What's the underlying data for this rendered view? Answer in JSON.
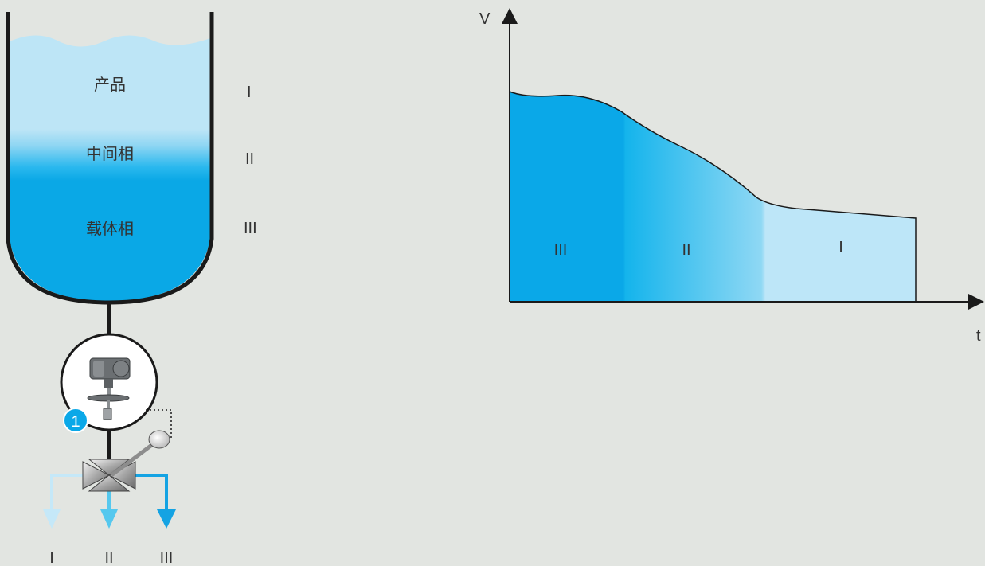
{
  "tank": {
    "phases": [
      {
        "name": "产品",
        "roman": "I"
      },
      {
        "name": "中间相",
        "roman": "II"
      },
      {
        "name": "载体相",
        "roman": "III"
      }
    ]
  },
  "instrument": {
    "badge": "1"
  },
  "outlets": [
    {
      "roman": "I",
      "color": "#c5e8f8"
    },
    {
      "roman": "II",
      "color": "#55c8ee"
    },
    {
      "roman": "III",
      "color": "#14a3e3"
    }
  ],
  "graph": {
    "y_axis_label": "V",
    "x_axis_label": "t",
    "regions": [
      {
        "roman": "III",
        "color": "#0aa8e8"
      },
      {
        "roman": "II",
        "color": "#45c7f0"
      },
      {
        "roman": "I",
        "color": "#bde6f8"
      }
    ]
  },
  "colors": {
    "background": "#e2e5e1",
    "outline": "#1a1a1a",
    "light_phase": "#bce5f7",
    "dark_phase": "#0aa8e8"
  }
}
